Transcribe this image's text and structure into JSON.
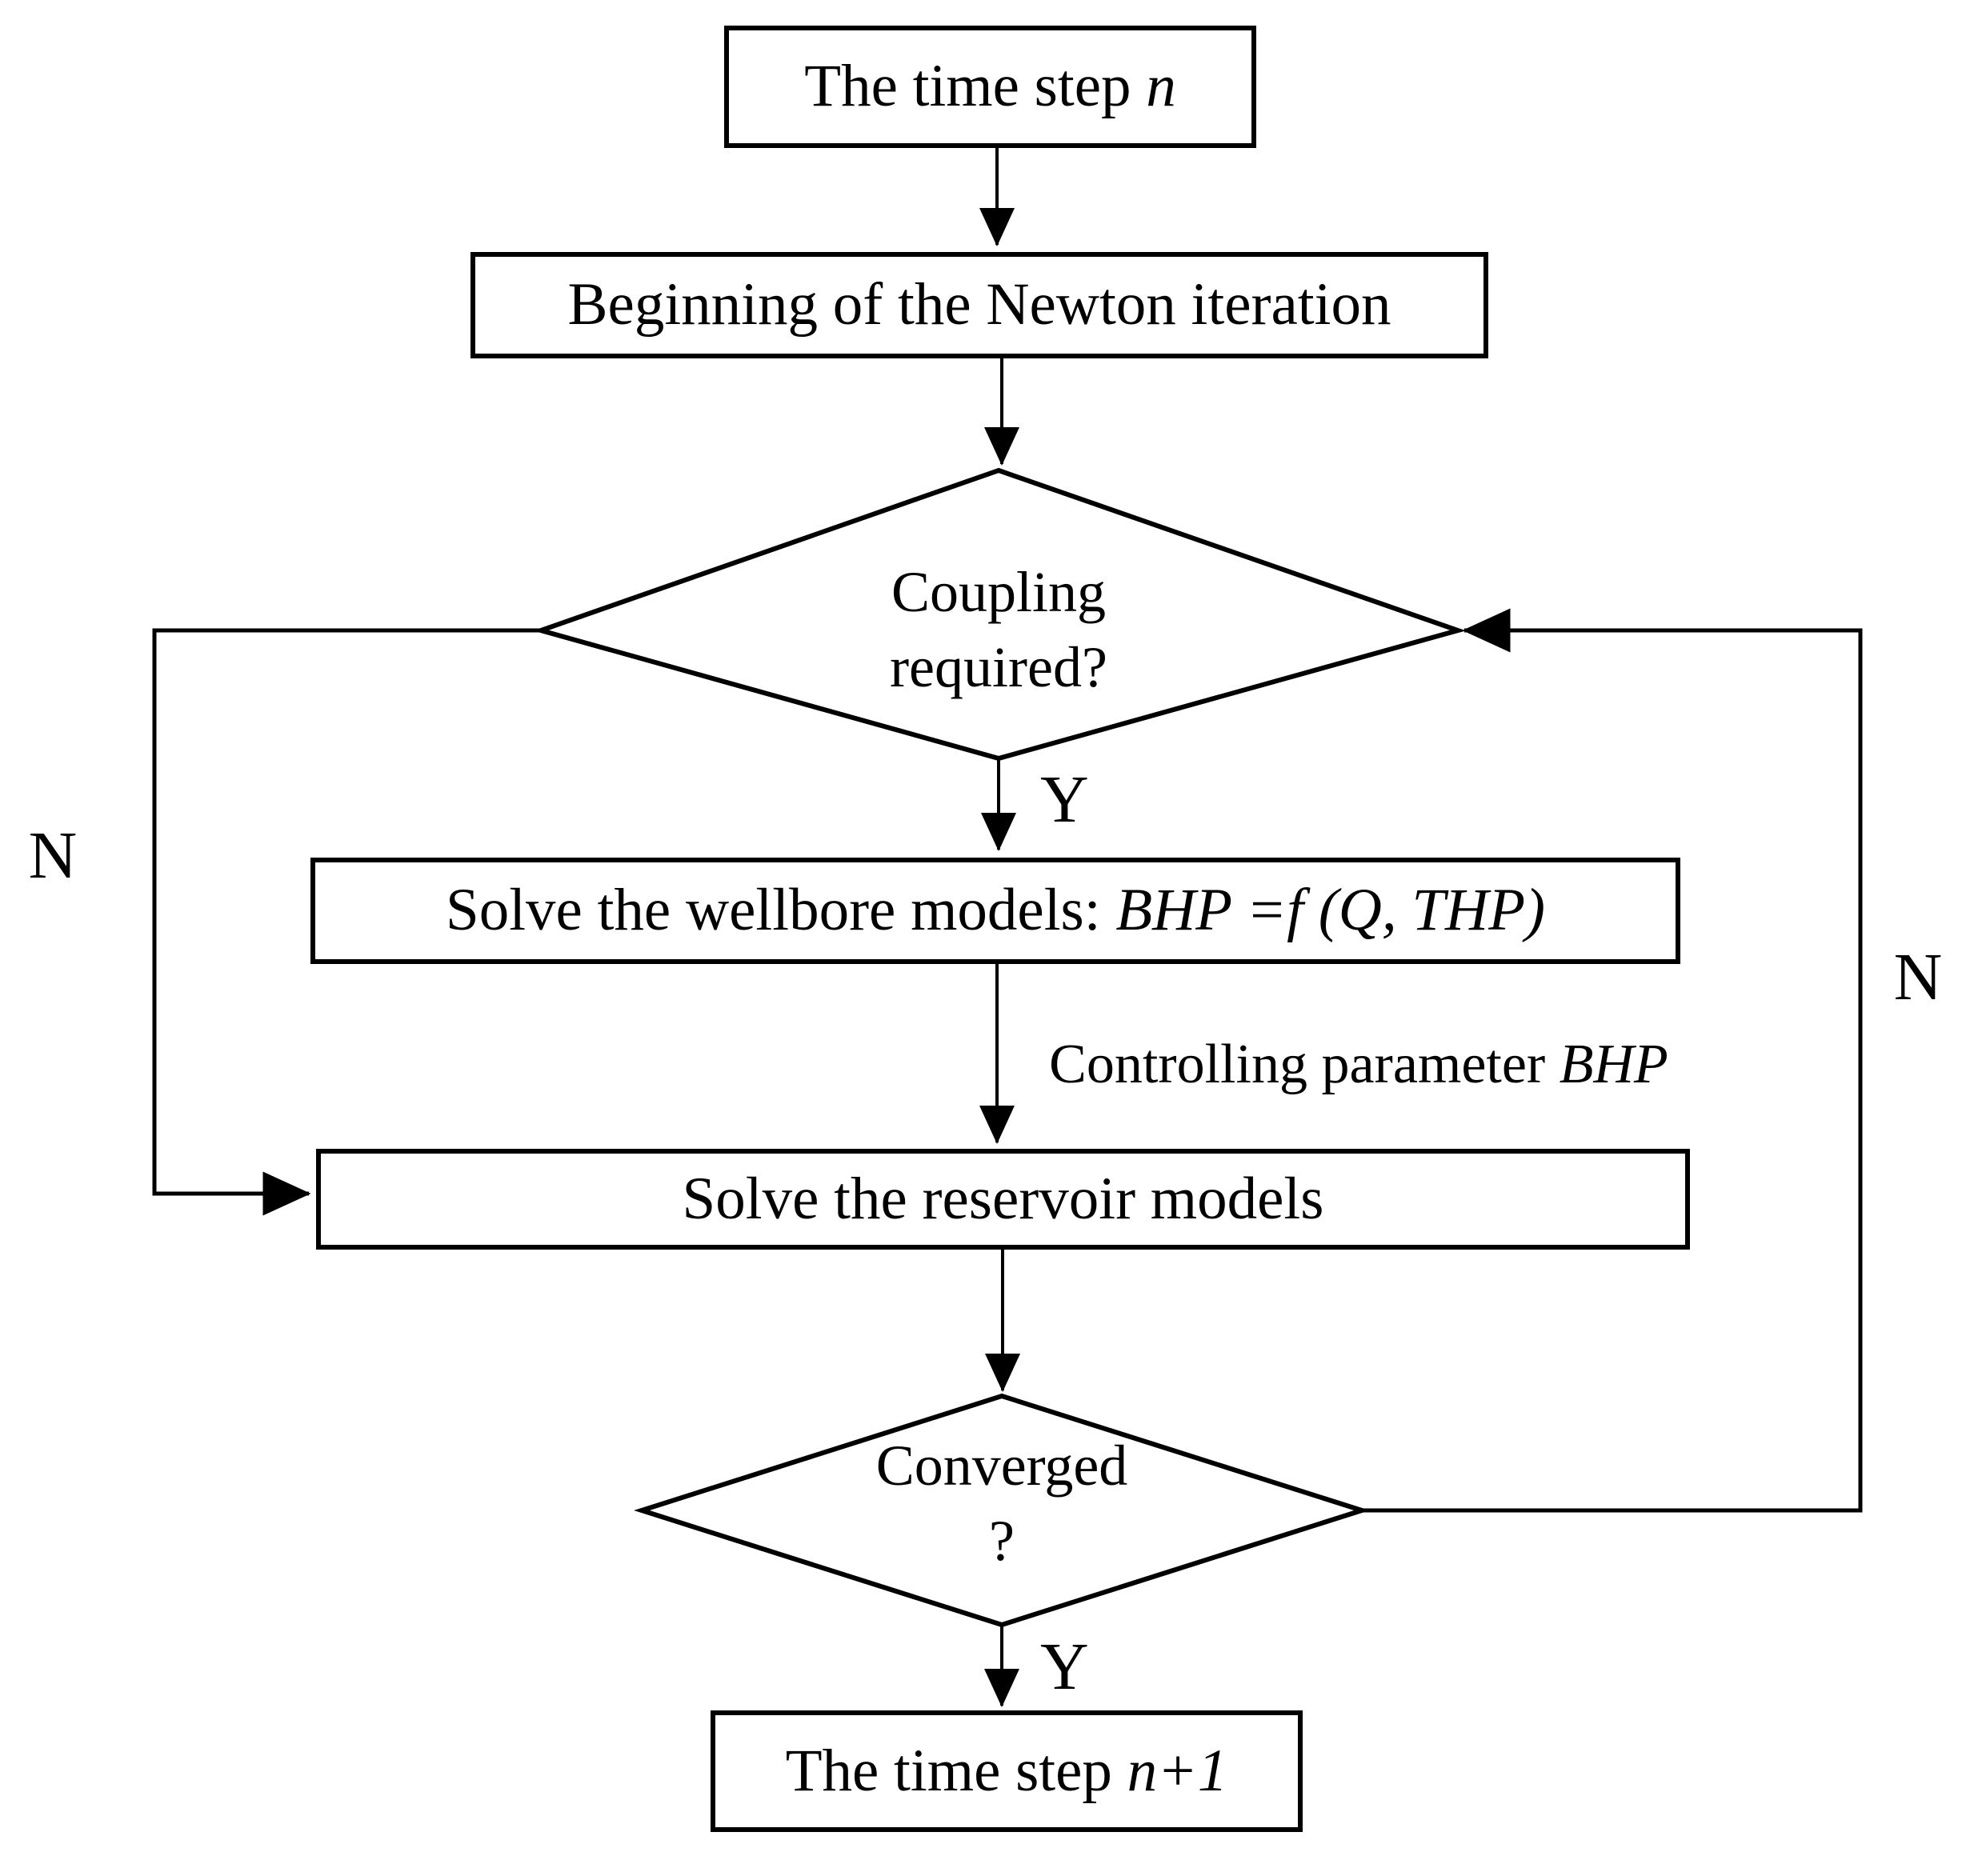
{
  "nodes": {
    "time_step_n": {
      "prefix": "The time step ",
      "italic": "n"
    },
    "newton": {
      "label": "Beginning of the Newton iteration"
    },
    "coupling": {
      "line1": "Coupling",
      "line2": "required?"
    },
    "wellbore": {
      "prefix": "Solve the wellbore models: ",
      "italic": "BHP =f (Q, THP)"
    },
    "reservoir": {
      "label": "Solve the reservoir models"
    },
    "converged": {
      "line1": "Converged",
      "line2": "?"
    },
    "time_step_n_plus_1": {
      "prefix": "The time step ",
      "italic": "n+1"
    }
  },
  "edges": {
    "coupling_yes": "Y",
    "coupling_no": "N",
    "converged_yes": "Y",
    "converged_no": "N",
    "controlling": {
      "prefix": "Controlling parameter ",
      "italic": "BHP"
    }
  },
  "colors": {
    "background": "#ffffff",
    "stroke": "#000000",
    "text": "#000000"
  }
}
